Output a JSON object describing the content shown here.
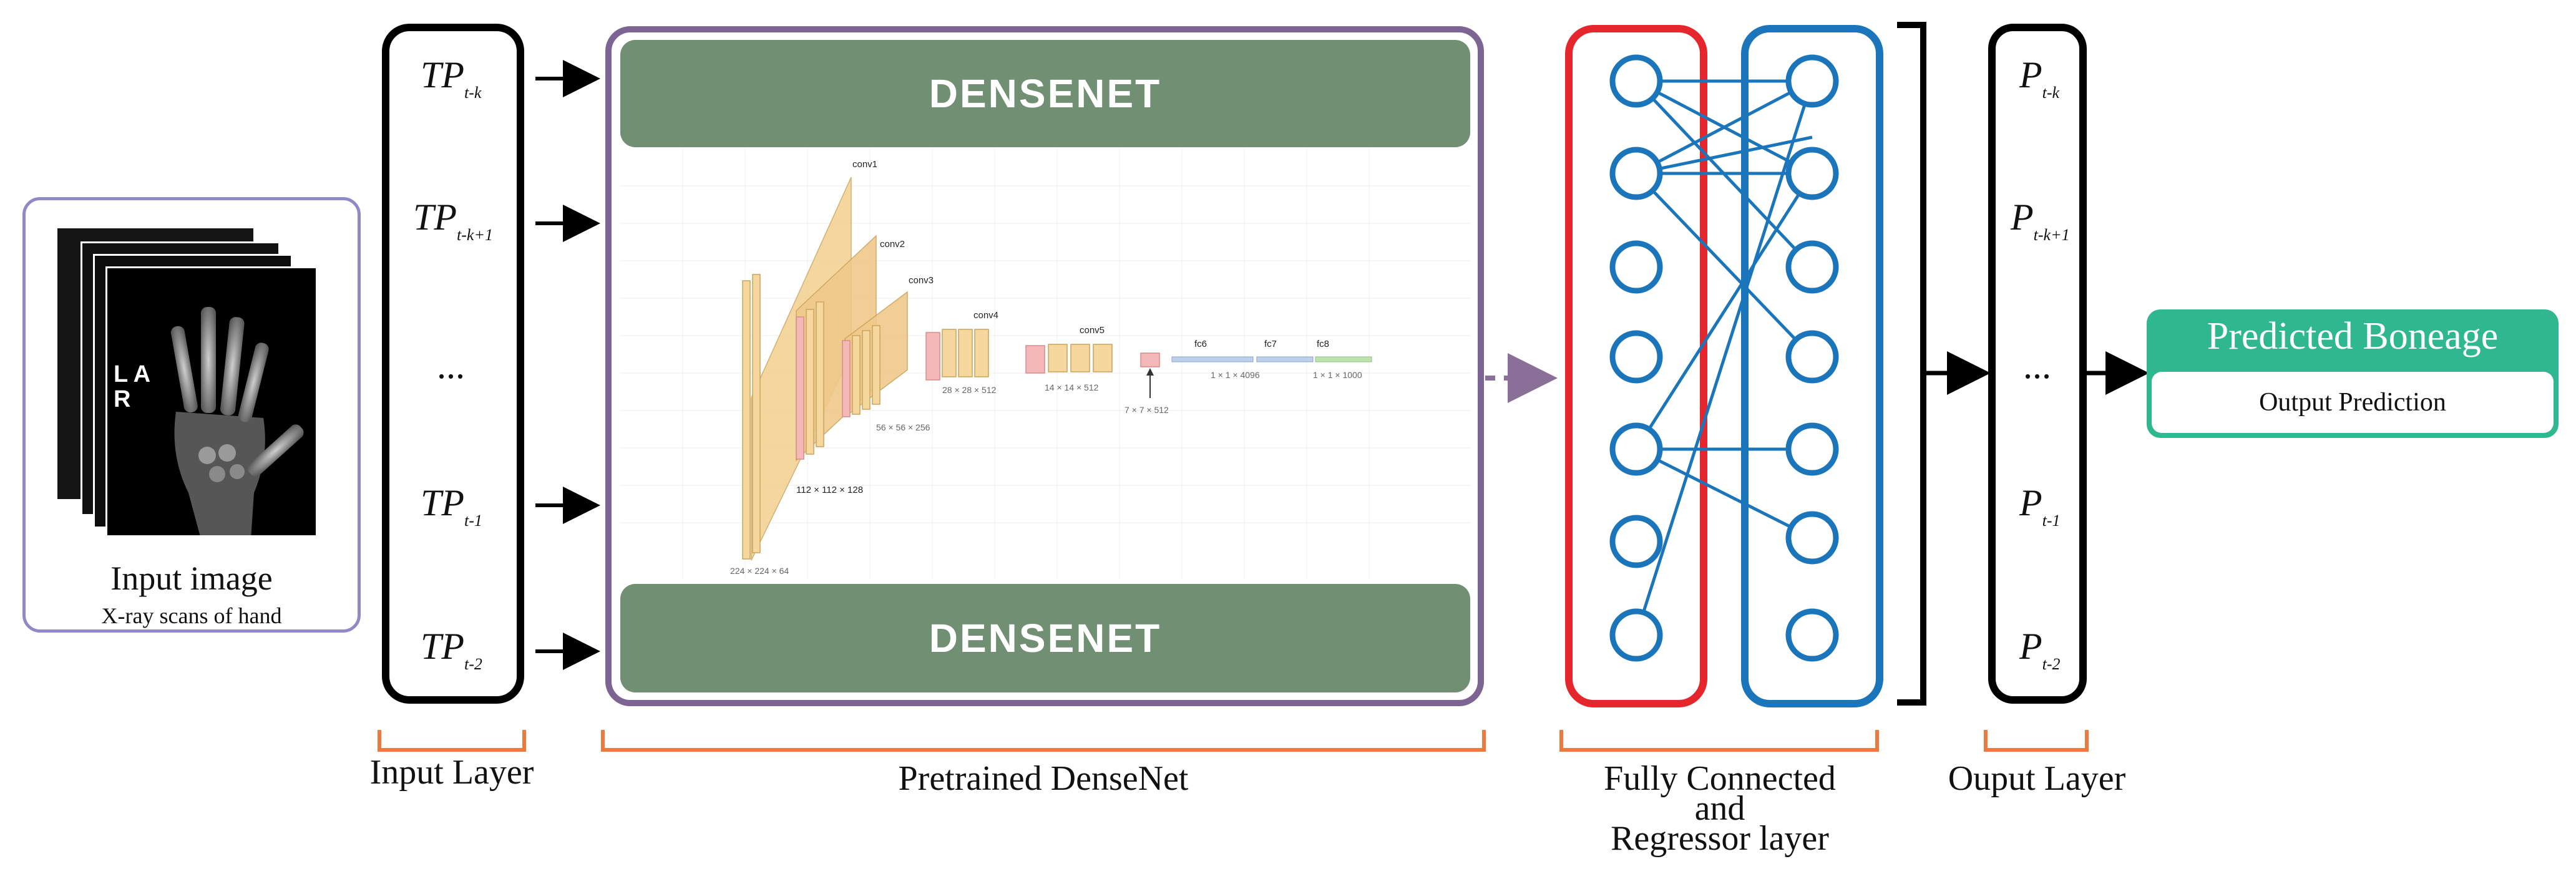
{
  "input_image": {
    "title": "Input image",
    "subtitle": "X-ray scans of hand",
    "xray_letters": "L AR"
  },
  "input_layer": {
    "items": [
      {
        "base": "TP",
        "sub": "t-k"
      },
      {
        "base": "TP",
        "sub": "t-k+1"
      },
      {
        "base": "...",
        "sub": ""
      },
      {
        "base": "TP",
        "sub": "t-1"
      },
      {
        "base": "TP",
        "sub": "t-2"
      }
    ],
    "caption": "Input Layer"
  },
  "densenet": {
    "top_label": "DENSENET",
    "bottom_label": "DENSENET",
    "caption": "Pretrained DenseNet",
    "vgg_labels": {
      "conv1": "conv1",
      "conv2": "conv2",
      "conv3": "conv3",
      "conv4": "conv4",
      "conv5": "conv5",
      "fc6": "fc6",
      "fc7": "fc7",
      "fc8": "fc8",
      "d224": "224 × 224 × 64",
      "d112": "112 × 112 × 128",
      "d56": "56 × 56 × 256",
      "d28": "28 × 28 × 512",
      "d14": "14 × 14 × 512",
      "d7": "7 × 7 × 512",
      "d4096": "1 × 1 × 4096",
      "d1000": "1 × 1 × 1000"
    }
  },
  "fc_layer": {
    "caption_line1": "Fully Connected",
    "caption_line2": "and",
    "caption_line3": "Regressor layer"
  },
  "output_layer": {
    "items": [
      {
        "base": "P",
        "sub": "t-k"
      },
      {
        "base": "P",
        "sub": "t-k+1"
      },
      {
        "base": "...",
        "sub": ""
      },
      {
        "base": "P",
        "sub": "t-1"
      },
      {
        "base": "P",
        "sub": "t-2"
      }
    ],
    "caption": "Ouput Layer"
  },
  "prediction": {
    "title": "Predicted Boneage",
    "subtitle": "Output Prediction"
  },
  "colors": {
    "densenet_green": "#718f72",
    "purple_border": "#7d6593",
    "red": "#e5262c",
    "blue": "#1b75bb",
    "teal": "#2fb890",
    "orange": "#ea7a3d",
    "input_border": "#8f8ac4"
  }
}
